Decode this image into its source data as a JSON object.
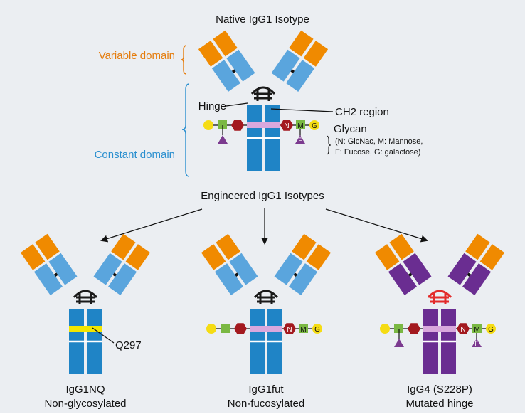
{
  "colors": {
    "background": "#ebeef2",
    "fab_orange": "#f08a00",
    "fab_light_blue": "#5aa5dd",
    "heavy_blue": "#1f84c6",
    "purple": "#6a2d91",
    "glycan_band": "#d9a8dd",
    "mutation_yellow": "#f3e600",
    "hinge_black": "#1a1a1a",
    "hinge_red": "#e32b2b",
    "variable_label": "#e57c0c",
    "constant_label": "#2a8fcf",
    "sugar_glcnac": "#a3191f",
    "sugar_mannose": "#7ab843",
    "sugar_galactose": "#f5dc14",
    "sugar_fucose": "#7b3a8f"
  },
  "top": {
    "title": "Native IgG1 Isotype",
    "variable_domain": "Variable domain",
    "constant_domain": "Constant domain",
    "hinge": "Hinge",
    "ch2_region": "CH2 region",
    "glycan_title": "Glycan",
    "glycan_legend_1": "(N: GlcNac, M: Mannose,",
    "glycan_legend_2": "F: Fucose, G: galactose)"
  },
  "engineered_title": "Engineered IgG1 Isotypes",
  "sugar_letters": {
    "n": "N",
    "m": "M",
    "g": "G",
    "f": "F"
  },
  "antibodies": [
    {
      "name": "IgG1NQ",
      "desc": "Non-glycosylated",
      "mutation_label": "Q297"
    },
    {
      "name": "IgG1fut",
      "desc": "Non-fucosylated"
    },
    {
      "name": "IgG4 (S228P)",
      "desc": "Mutated hinge"
    }
  ]
}
